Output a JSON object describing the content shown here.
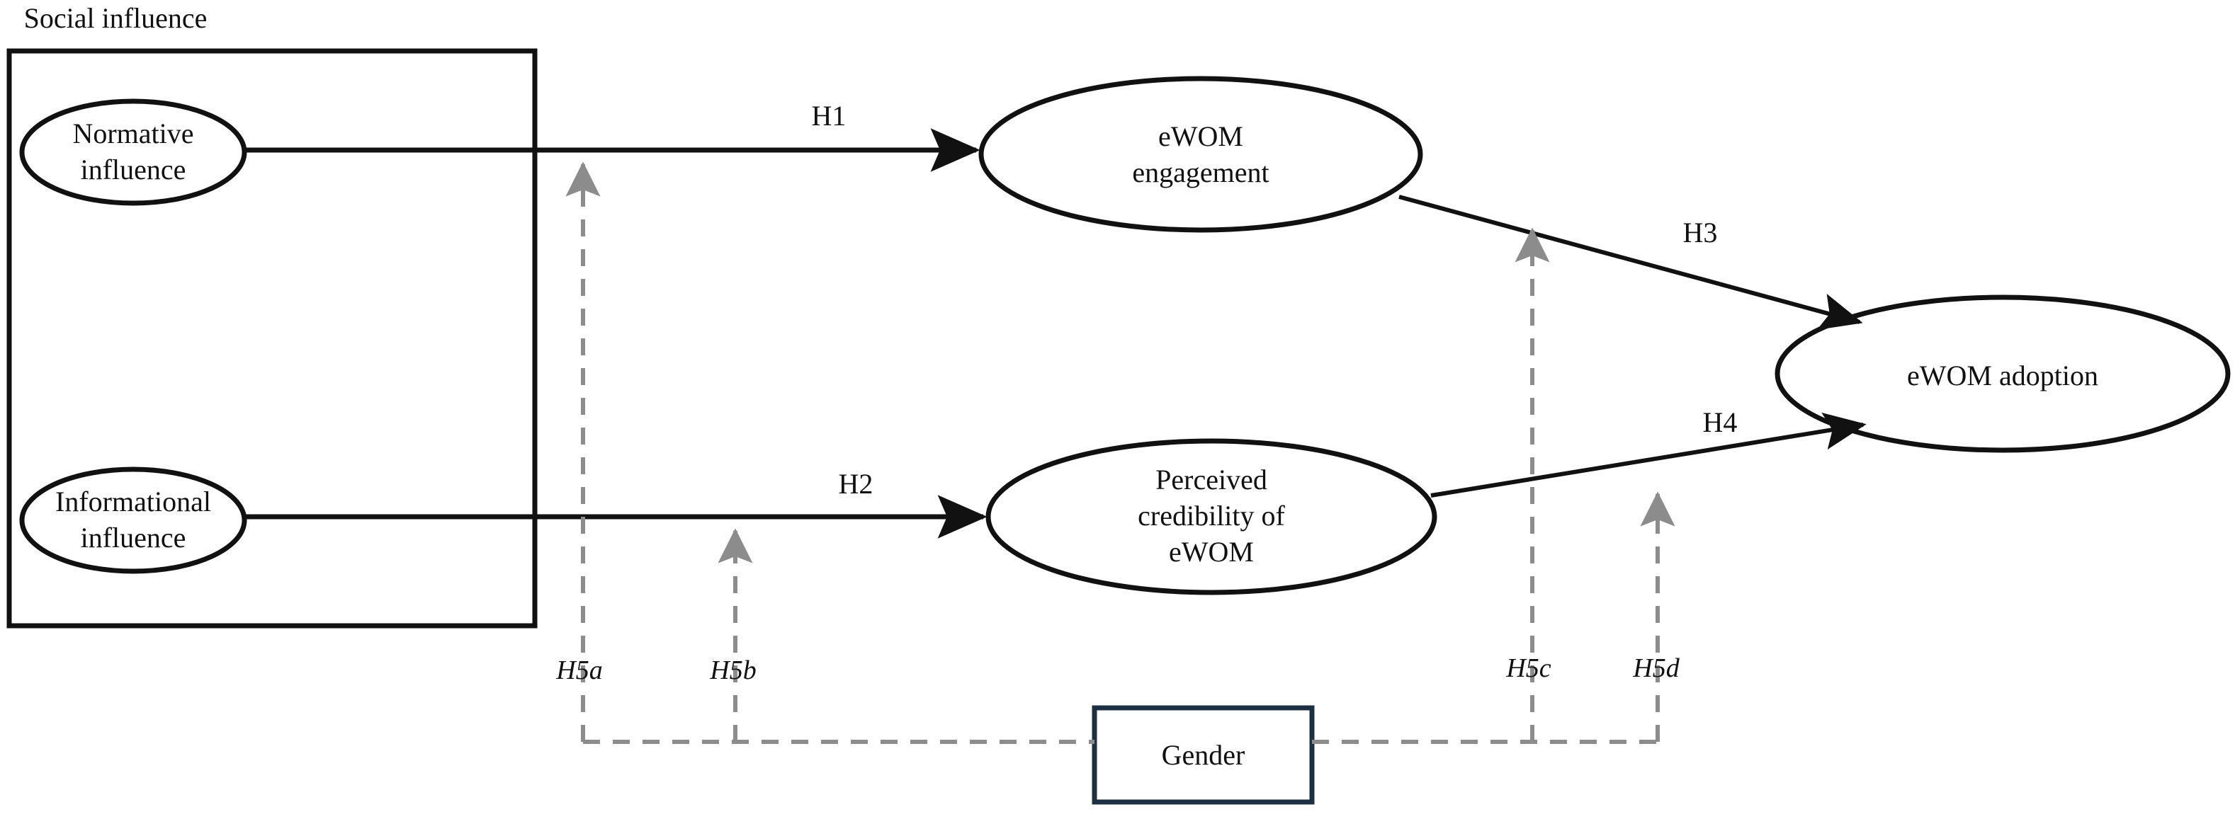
{
  "figure": {
    "type": "conceptual-research-model",
    "background_color": "#ffffff",
    "line_color": "#111111",
    "dashed_line_color": "#8c8c8c",
    "moderator_border_color": "#1c3042"
  },
  "groups": [
    {
      "name": "social-influence-group",
      "title": "Social influence"
    }
  ],
  "nodes": [
    {
      "id": "normative-influence",
      "label": "Normative\ninfluence",
      "shape": "ellipse"
    },
    {
      "id": "informational-influence",
      "label": "Informational\ninfluence",
      "shape": "ellipse"
    },
    {
      "id": "ewom-engagement",
      "label": "eWOM\nengagement",
      "shape": "ellipse"
    },
    {
      "id": "perceived-credibility-ewom",
      "label": "Perceived\ncredibility  of\neWOM",
      "shape": "ellipse"
    },
    {
      "id": "ewom-adoption",
      "label": "eWOM adoption",
      "shape": "ellipse"
    },
    {
      "id": "gender",
      "label": "Gender",
      "shape": "rectangle"
    }
  ],
  "paths": [
    {
      "id": "h1",
      "label": "H1",
      "from": "normative-influence",
      "to": "ewom-engagement",
      "style": "solid"
    },
    {
      "id": "h2",
      "label": "H2",
      "from": "informational-influence",
      "to": "perceived-credibility-ewom",
      "style": "solid"
    },
    {
      "id": "h3",
      "label": "H3",
      "from": "ewom-engagement",
      "to": "ewom-adoption",
      "style": "solid"
    },
    {
      "id": "h4",
      "label": "H4",
      "from": "perceived-credibility-ewom",
      "to": "ewom-adoption",
      "style": "solid"
    }
  ],
  "moderations": [
    {
      "id": "h5a",
      "label": "H5a",
      "from": "gender",
      "to": "h1",
      "style": "dashed"
    },
    {
      "id": "h5b",
      "label": "H5b",
      "from": "gender",
      "to": "h2",
      "style": "dashed"
    },
    {
      "id": "h5c",
      "label": "H5c",
      "from": "gender",
      "to": "h3",
      "style": "dashed"
    },
    {
      "id": "h5d",
      "label": "H5d",
      "from": "gender",
      "to": "h4",
      "style": "dashed"
    }
  ]
}
